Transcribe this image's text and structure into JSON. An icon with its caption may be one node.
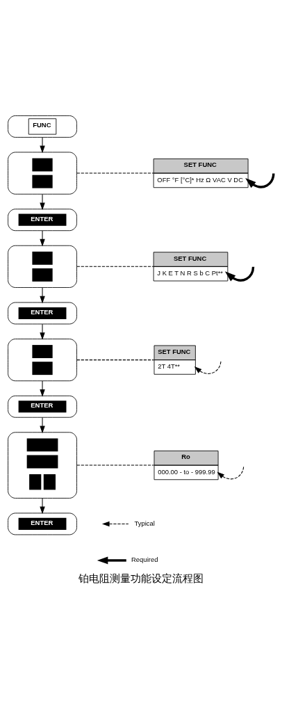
{
  "diagram": {
    "caption": "铂电阻测量功能设定流程图",
    "nodes": [
      {
        "text": [
          "FUNC"
        ]
      },
      {
        "text": [],
        "shape": "box"
      },
      {
        "text": [
          "ENTER"
        ]
      },
      {
        "text": [],
        "shape": "box"
      },
      {
        "text": [
          "ENTER"
        ]
      },
      {
        "text": [],
        "shape": "box"
      },
      {
        "text": [
          "ENTER"
        ]
      },
      {
        "text": [],
        "shape": "box"
      },
      {
        "text": [
          "ENTER"
        ]
      },
      {
        "text": [
          "SET FUNC",
          "OFF °F [°C]* Hz Ω VAC V DC"
        ]
      },
      {
        "text": [
          "SET FUNC",
          "J K E T N R S b C Pt**"
        ]
      },
      {
        "text": [
          "SET FUNC",
          "2T 4T**"
        ]
      },
      {
        "text": [
          "Ro",
          "000.00 - to - 999.99"
        ]
      }
    ],
    "edges": [
      {
        "from": 0,
        "to": 1,
        "arrow": "to"
      },
      {
        "from": 1,
        "to": 9,
        "arrow": "none",
        "style": "dashed"
      },
      {
        "from": 1,
        "to": 2,
        "arrow": "to"
      },
      {
        "from": 2,
        "to": 3,
        "arrow": "to"
      },
      {
        "from": 3,
        "to": 10,
        "arrow": "none",
        "style": "dashed"
      },
      {
        "from": 3,
        "to": 4,
        "arrow": "to"
      },
      {
        "from": 4,
        "to": 5,
        "arrow": "to"
      },
      {
        "from": 5,
        "to": 11,
        "arrow": "none",
        "style": "dashed"
      },
      {
        "from": 5,
        "to": 6,
        "arrow": "to"
      },
      {
        "from": 6,
        "to": 7,
        "arrow": "to"
      },
      {
        "from": 7,
        "to": 12,
        "arrow": "none",
        "style": "dashed"
      },
      {
        "from": 7,
        "to": 8,
        "arrow": "to"
      },
      {
        "from": null,
        "to": 9,
        "arrow": "to",
        "style": "thick"
      },
      {
        "from": null,
        "to": 10,
        "arrow": "to",
        "style": "thick"
      },
      {
        "from": null,
        "to": 11,
        "arrow": "to",
        "style": "dashed"
      },
      {
        "from": null,
        "to": 12,
        "arrow": "to",
        "style": "dashed"
      }
    ],
    "legend": [
      {
        "text": "Typical"
      },
      {
        "text": "Required"
      }
    ]
  }
}
